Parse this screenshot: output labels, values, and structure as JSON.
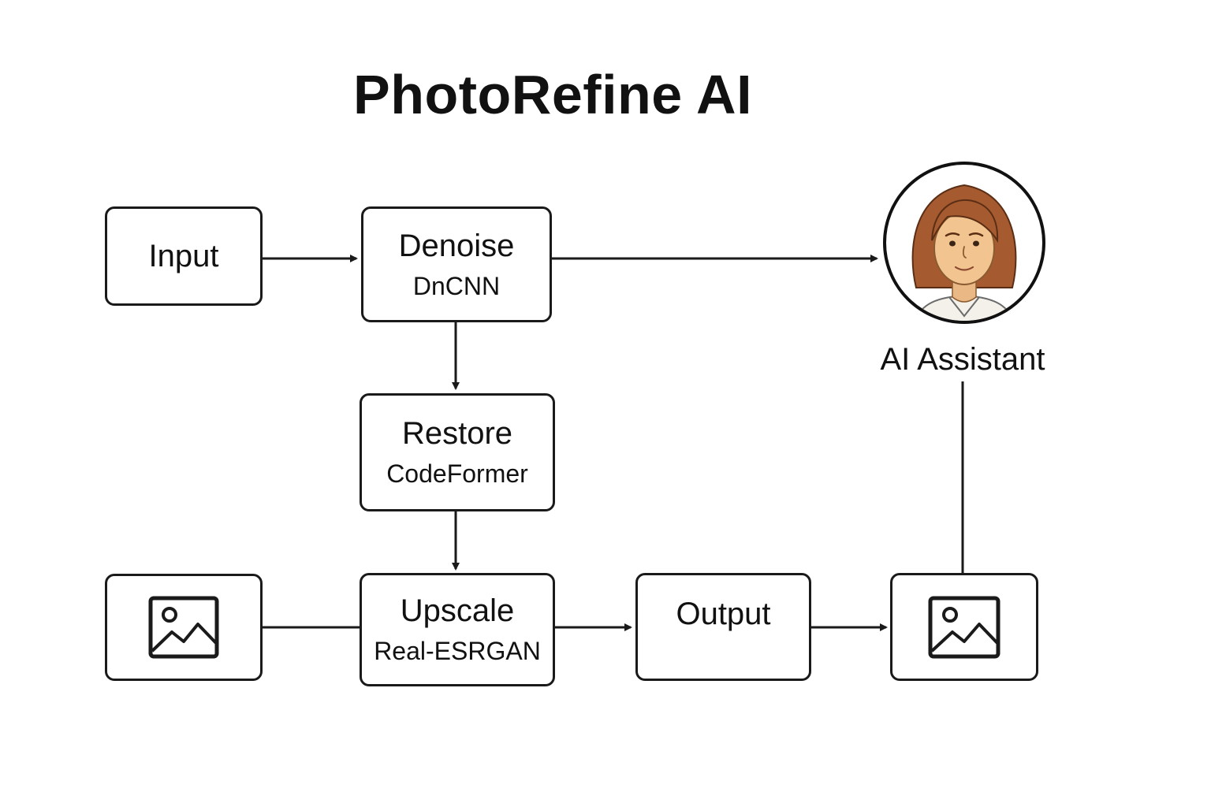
{
  "title": "PhotoRefine AI",
  "nodes": {
    "input": {
      "title": "Input"
    },
    "denoise": {
      "title": "Denoise",
      "model": "DnCNN"
    },
    "restore": {
      "title": "Restore",
      "model": "CodeFormer"
    },
    "upscale": {
      "title": "Upscale",
      "model": "Real-ESRGAN"
    },
    "output": {
      "title": "Output"
    }
  },
  "assistant": {
    "label": "AI Assistant",
    "avatar_icon": "woman-avatar-icon"
  },
  "icons": {
    "source_image": "image-icon",
    "result_image": "image-icon"
  },
  "colors": {
    "stroke": "#1a1a1a",
    "hair": "#a65a30",
    "skin": "#f2c48f"
  }
}
